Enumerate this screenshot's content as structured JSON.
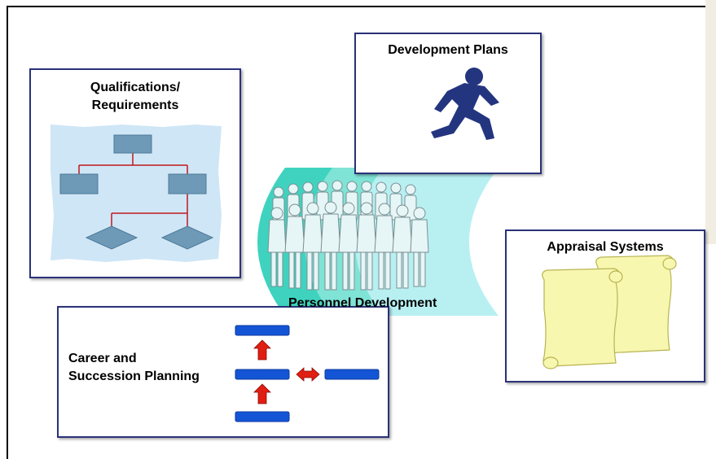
{
  "diagram": {
    "center_label": "Personnel Development",
    "boxes": {
      "qualifications": {
        "title_line1": "Qualifications/",
        "title_line2": "Requirements"
      },
      "development_plans": {
        "title": "Development Plans"
      },
      "appraisal_systems": {
        "title": "Appraisal Systems"
      },
      "career_planning": {
        "title_line1": "Career and",
        "title_line2": "Succession Planning"
      }
    },
    "colors": {
      "box_border": "#2a3278",
      "org_chart_bg": "#cfe6f6",
      "org_node": "#6e9ab8",
      "org_connector": "#c0181e",
      "runner": "#243580",
      "crowd_band_dark": "#3fd3bf",
      "crowd_band_light": "#a5ecee",
      "scroll_fill": "#f8f7b0",
      "career_bar": "#1455d6",
      "career_arrow": "#e01e12"
    },
    "icons": [
      "org-chart-icon",
      "runner-icon",
      "crowd-icon",
      "scroll-icon",
      "up-arrow-icon",
      "double-arrow-icon"
    ]
  }
}
